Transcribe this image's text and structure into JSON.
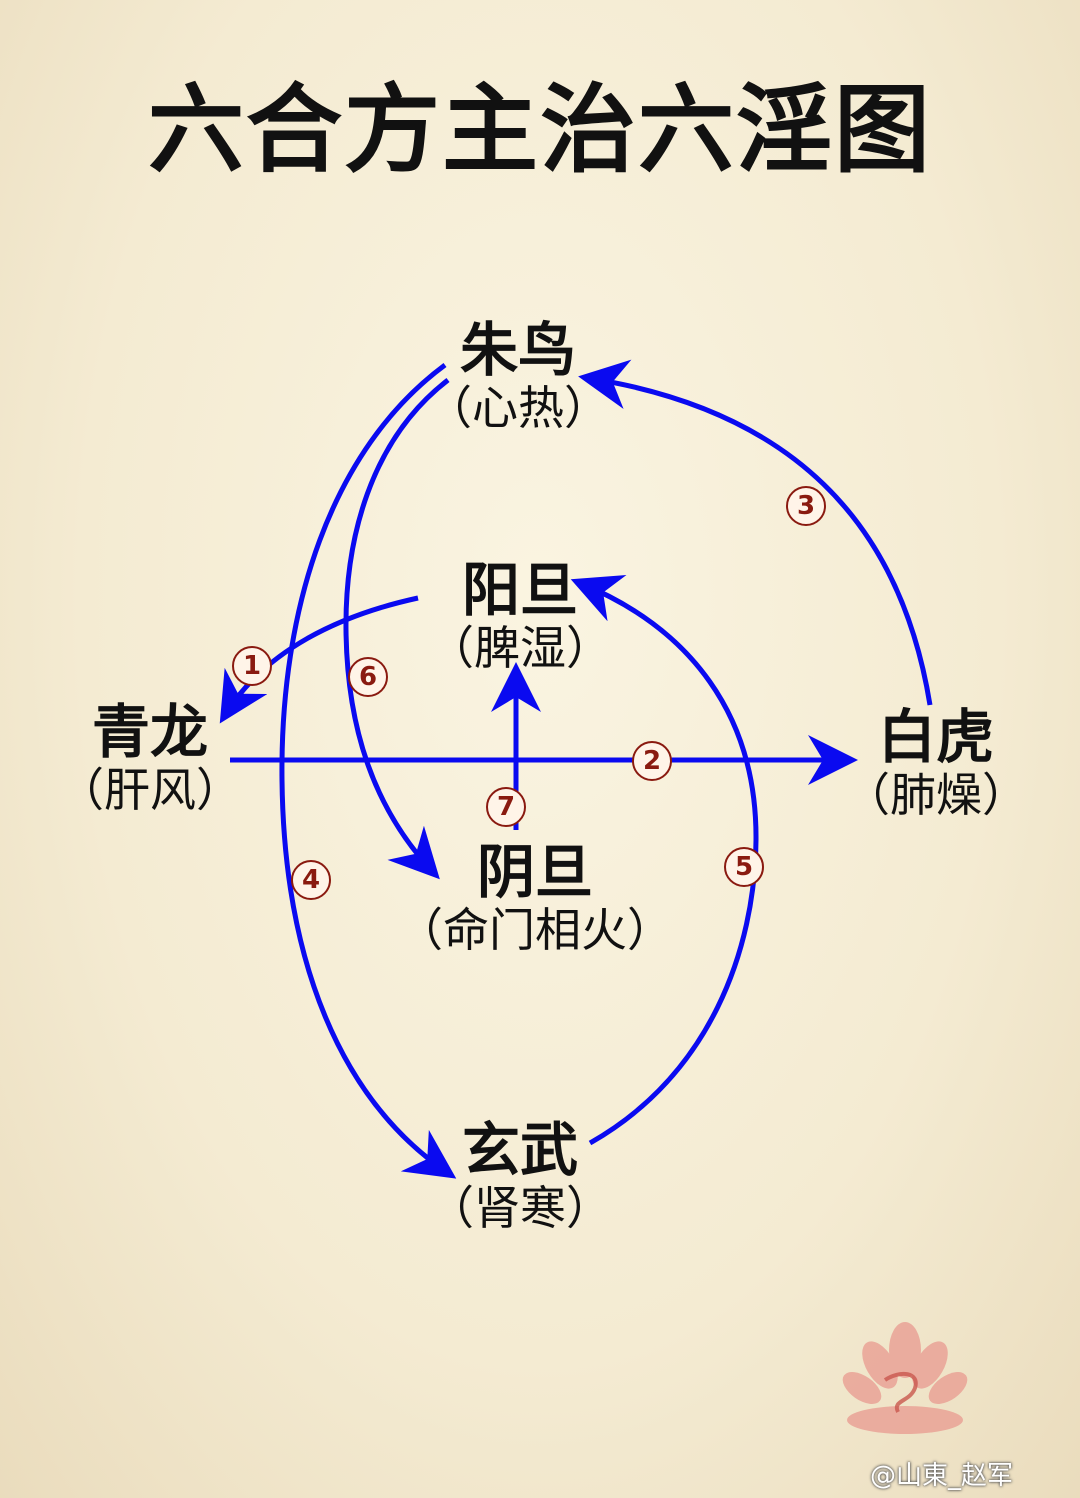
{
  "title": "六合方主治六淫图",
  "nodes": {
    "zhuque": {
      "name": "朱鸟",
      "sub": "（心热）"
    },
    "yangdan": {
      "name": "阳旦",
      "sub": "（脾湿）"
    },
    "qinglong": {
      "name": "青龙",
      "sub": "（肝风）"
    },
    "baihu": {
      "name": "白虎",
      "sub": "（肺燥）"
    },
    "yindan": {
      "name": "阴旦",
      "sub": "（命门相火）"
    },
    "xuanwu": {
      "name": "玄武",
      "sub": "（肾寒）"
    }
  },
  "steps": [
    "1",
    "2",
    "3",
    "4",
    "5",
    "6",
    "7"
  ],
  "colors": {
    "arrow": "#0a0af0",
    "badge": "#8a1a10",
    "background": "#f4ebd2"
  },
  "watermark": "@山東_赵军"
}
